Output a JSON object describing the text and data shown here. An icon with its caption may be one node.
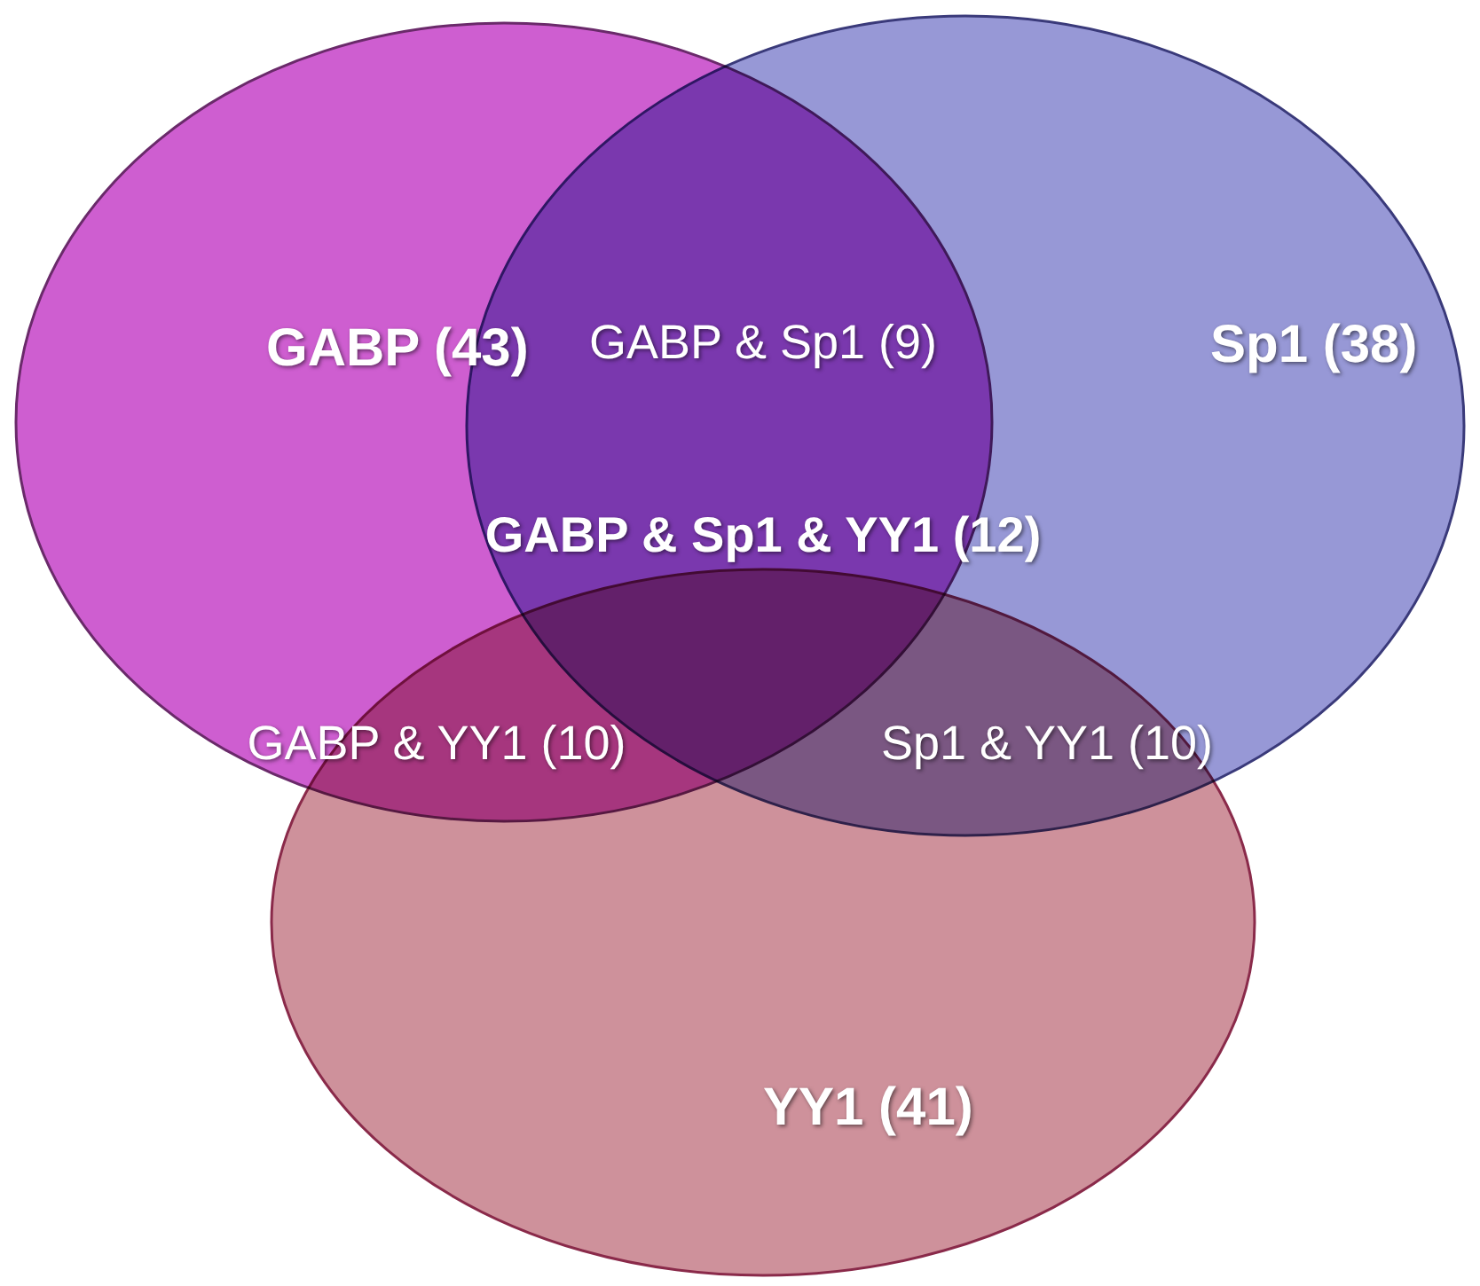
{
  "diagram": {
    "nodes": [
      {
        "text": [
          "GABP (43)"
        ]
      },
      {
        "text": [
          "Sp1 (38)"
        ]
      },
      {
        "text": [
          "YY1 (41)"
        ]
      }
    ],
    "labels": [
      "GABP & Sp1 (9)",
      "GABP & Sp1 & YY1 (12)",
      "GABP & YY1 (10)",
      "Sp1 & YY1 (10)"
    ]
  }
}
